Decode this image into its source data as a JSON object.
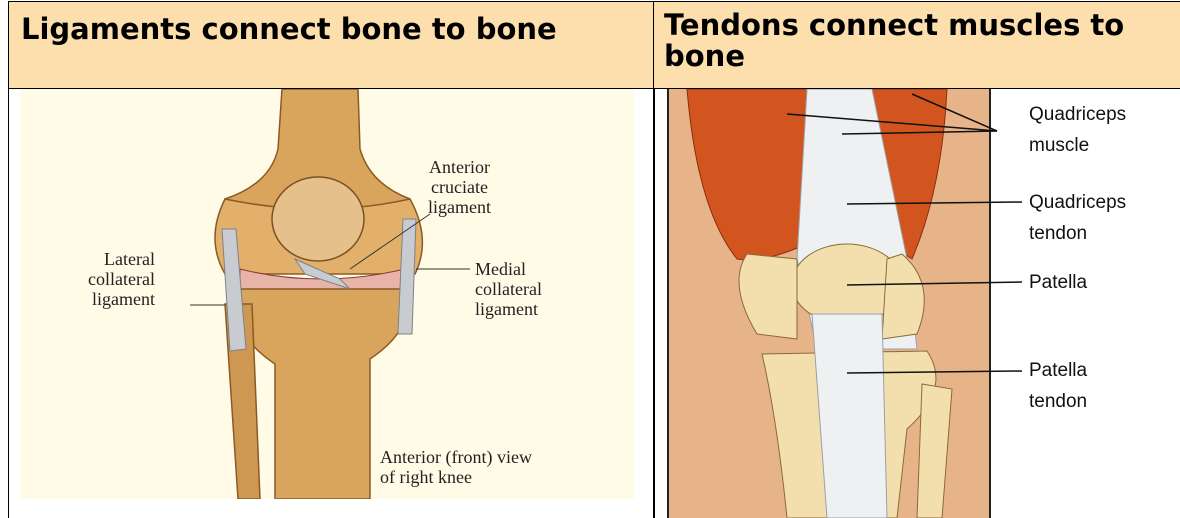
{
  "headers": {
    "ligaments": "Ligaments connect bone to bone",
    "tendons": "Tendons connect muscles to bone"
  },
  "knee_front_labels": {
    "acl": "Anterior\ncruciate\nligament",
    "lcl": "Lateral\ncollateral\nligament",
    "mcl": "Medial\ncollateral\nligament",
    "view": "Anterior (front) view\nof right knee"
  },
  "tendon_labels": {
    "quad_muscle": "Quadriceps\nmuscle",
    "quad_tendon": "Quadriceps\ntendon",
    "patella": "Patella",
    "patella_tendon": "Patella\ntendon"
  },
  "colors": {
    "header_bg": "#fcdfad",
    "cream_bg": "#fffbe6",
    "bone": "#d9a45c",
    "ligament": "#c8ccd0",
    "muscle": "#d2551f",
    "tendon": "#eef0f2",
    "skin": "#e7b48a"
  }
}
